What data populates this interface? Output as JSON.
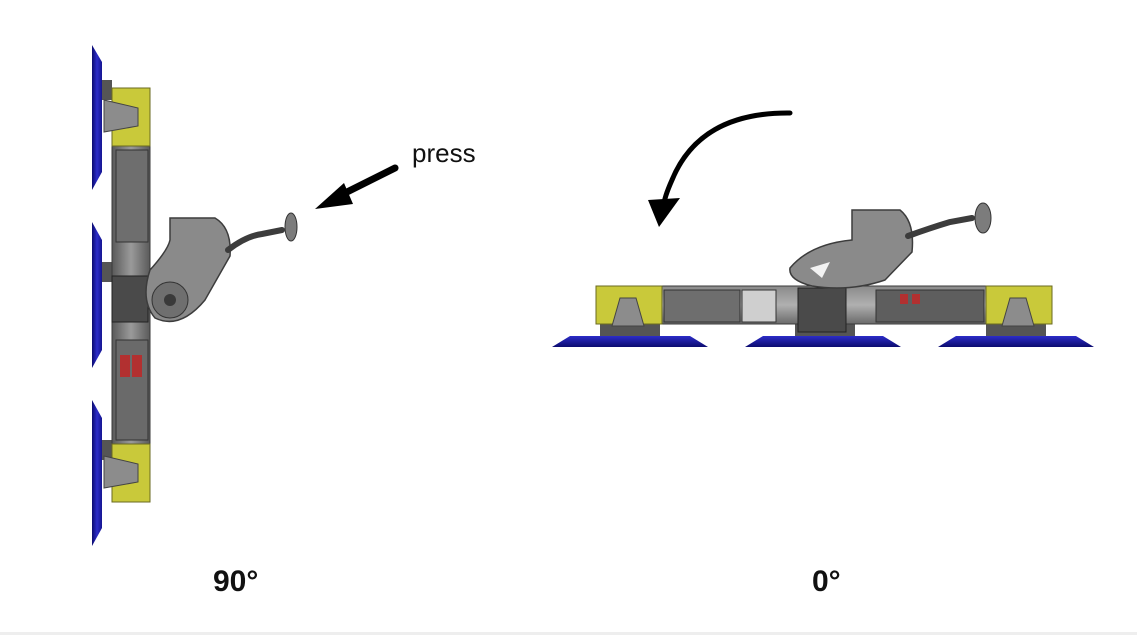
{
  "labels": {
    "press": "press",
    "angle_vertical": "90°",
    "angle_horizontal": "0°"
  },
  "colors": {
    "suction_cup": "#1f1fb0",
    "suction_cup_dark": "#101078",
    "end_block": "#c9c93a",
    "frame_metal": "#7d7d7d",
    "frame_dark": "#4a4a4a",
    "arrow": "#000000"
  },
  "icons": {
    "press_arrow": "arrow-pointing-to-handle",
    "rotation_arrow": "curved-rotation-arrow"
  }
}
